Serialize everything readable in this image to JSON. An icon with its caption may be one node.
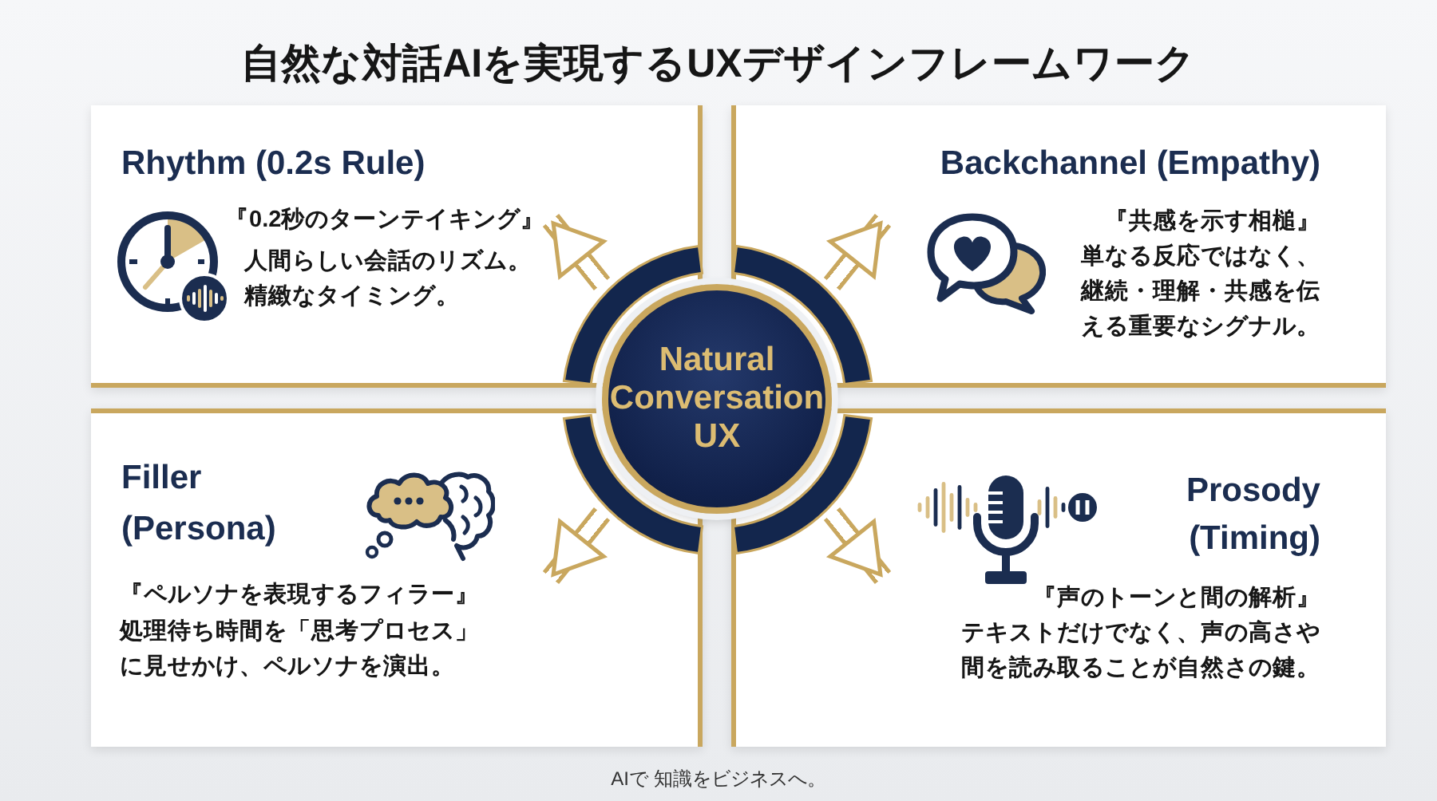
{
  "diagram": {
    "title": "自然な対話AIを実現するUXデザインフレームワーク",
    "nodes": [
      {
        "text": [
          "Rhythm (0.2s Rule)",
          "『0.2秒のターンテイキング』",
          "人間らしい会話のリズム。精緻なタイミング。"
        ]
      },
      {
        "text": [
          "Backchannel (Empathy)",
          "『共感を示す相槌』",
          "単なる反応ではなく、継続・理解・共感を伝える重要なシグナル。"
        ]
      },
      {
        "text": [
          "Natural Conversation UX"
        ]
      },
      {
        "text": [
          "Filler (Persona)",
          "『ペルソナを表現するフィラー』",
          "処理待ち時間を「思考プロセス」に見せかけ、ペルソナを演出。"
        ]
      },
      {
        "text": [
          "Prosody (Timing)",
          "『声のトーンと間の解析』",
          "テキストだけでなく、声の高さや間を読み取ることが自然さの鍵。"
        ]
      }
    ],
    "edges": [
      {
        "from": 2,
        "to": 0,
        "arrow": "to"
      },
      {
        "from": 2,
        "to": 1,
        "arrow": "to"
      },
      {
        "from": 2,
        "to": 3,
        "arrow": "to"
      },
      {
        "from": 2,
        "to": 4,
        "arrow": "to"
      }
    ],
    "labels": [
      "AIで 知識をビジネスへ。"
    ]
  }
}
